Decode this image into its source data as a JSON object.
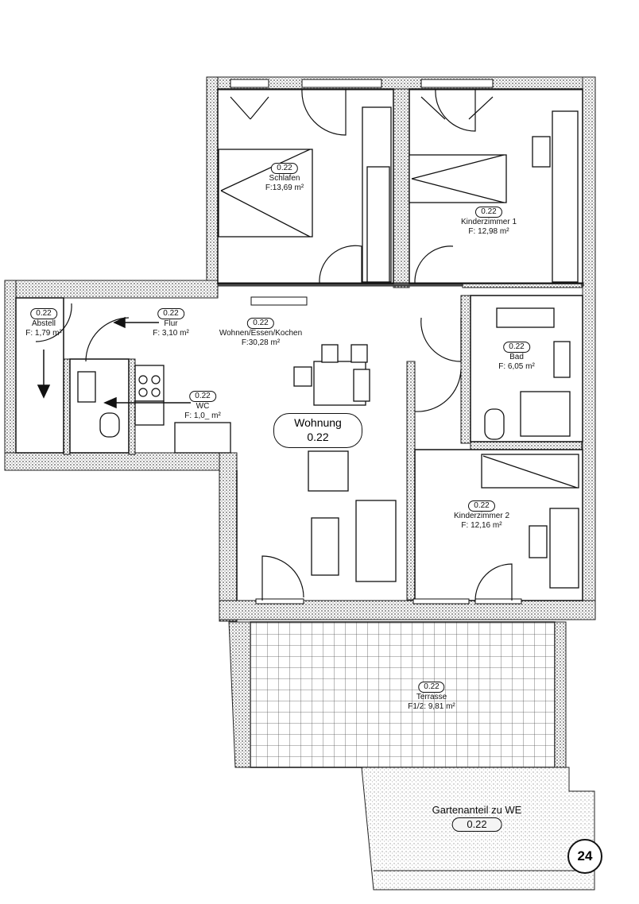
{
  "rooms": {
    "schlafen": {
      "id": "0.22",
      "name": "Schlafen",
      "area": "F:13,69 m²"
    },
    "kinder1": {
      "id": "0.22",
      "name": "Kinderzimmer 1",
      "area": "F: 12,98 m²"
    },
    "wohnen": {
      "id": "0.22",
      "name": "Wohnen/Essen/Kochen",
      "area": "F:30,28 m²"
    },
    "bad": {
      "id": "0.22",
      "name": "Bad",
      "area": "F: 6,05 m²"
    },
    "flur": {
      "id": "0.22",
      "name": "Flur",
      "area": "F: 3,10 m²"
    },
    "abstell": {
      "id": "0.22",
      "name": "Abstell",
      "area": "F: 1,79 m²"
    },
    "wc": {
      "id": "0.22",
      "name": "WC",
      "area": "F: 1,0_ m²"
    },
    "kinder2": {
      "id": "0.22",
      "name": "Kinderzimmer 2",
      "area": "F: 12,16 m²"
    },
    "terrasse": {
      "id": "0.22",
      "name": "Terrasse",
      "area": "F1/2: 9,81 m²"
    }
  },
  "apartment": {
    "label": "Wohnung",
    "id": "0.22"
  },
  "garden": {
    "label": "Gartenanteil zu WE",
    "id": "0.22"
  },
  "plan_number": "24"
}
